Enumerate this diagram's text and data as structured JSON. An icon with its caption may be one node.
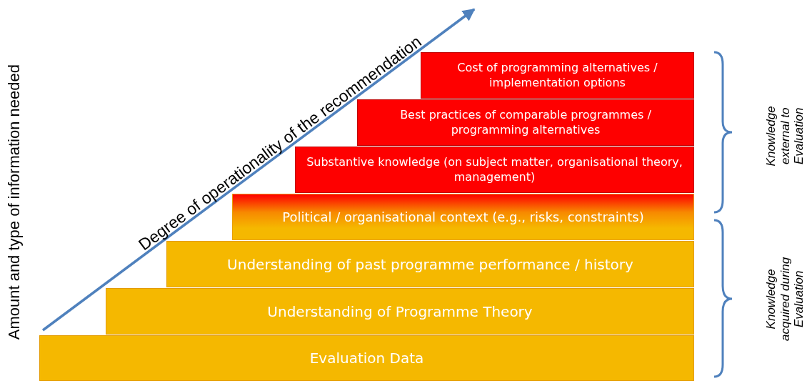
{
  "diagram": {
    "nodes": [
      {
        "text": [
          "Cost of programming alternatives / implementation options"
        ]
      },
      {
        "text": [
          "Best practices of comparable programmes / programming alternatives"
        ]
      },
      {
        "text": [
          "Substantive knowledge (on subject matter, organisational theory, management)"
        ]
      },
      {
        "text": [
          "Political / organisational context (e.g., risks, constraints)"
        ]
      },
      {
        "text": [
          "Understanding of past programme performance / history"
        ]
      },
      {
        "text": [
          "Understanding of Programme Theory"
        ]
      },
      {
        "text": [
          "Evaluation Data"
        ]
      }
    ],
    "edges": [],
    "labels": [
      "Amount and type of information needed",
      "Degree of operationality of the recommendation",
      "Knowledge external to Evaluation",
      "Knowledge acquired during Evaluation"
    ]
  }
}
